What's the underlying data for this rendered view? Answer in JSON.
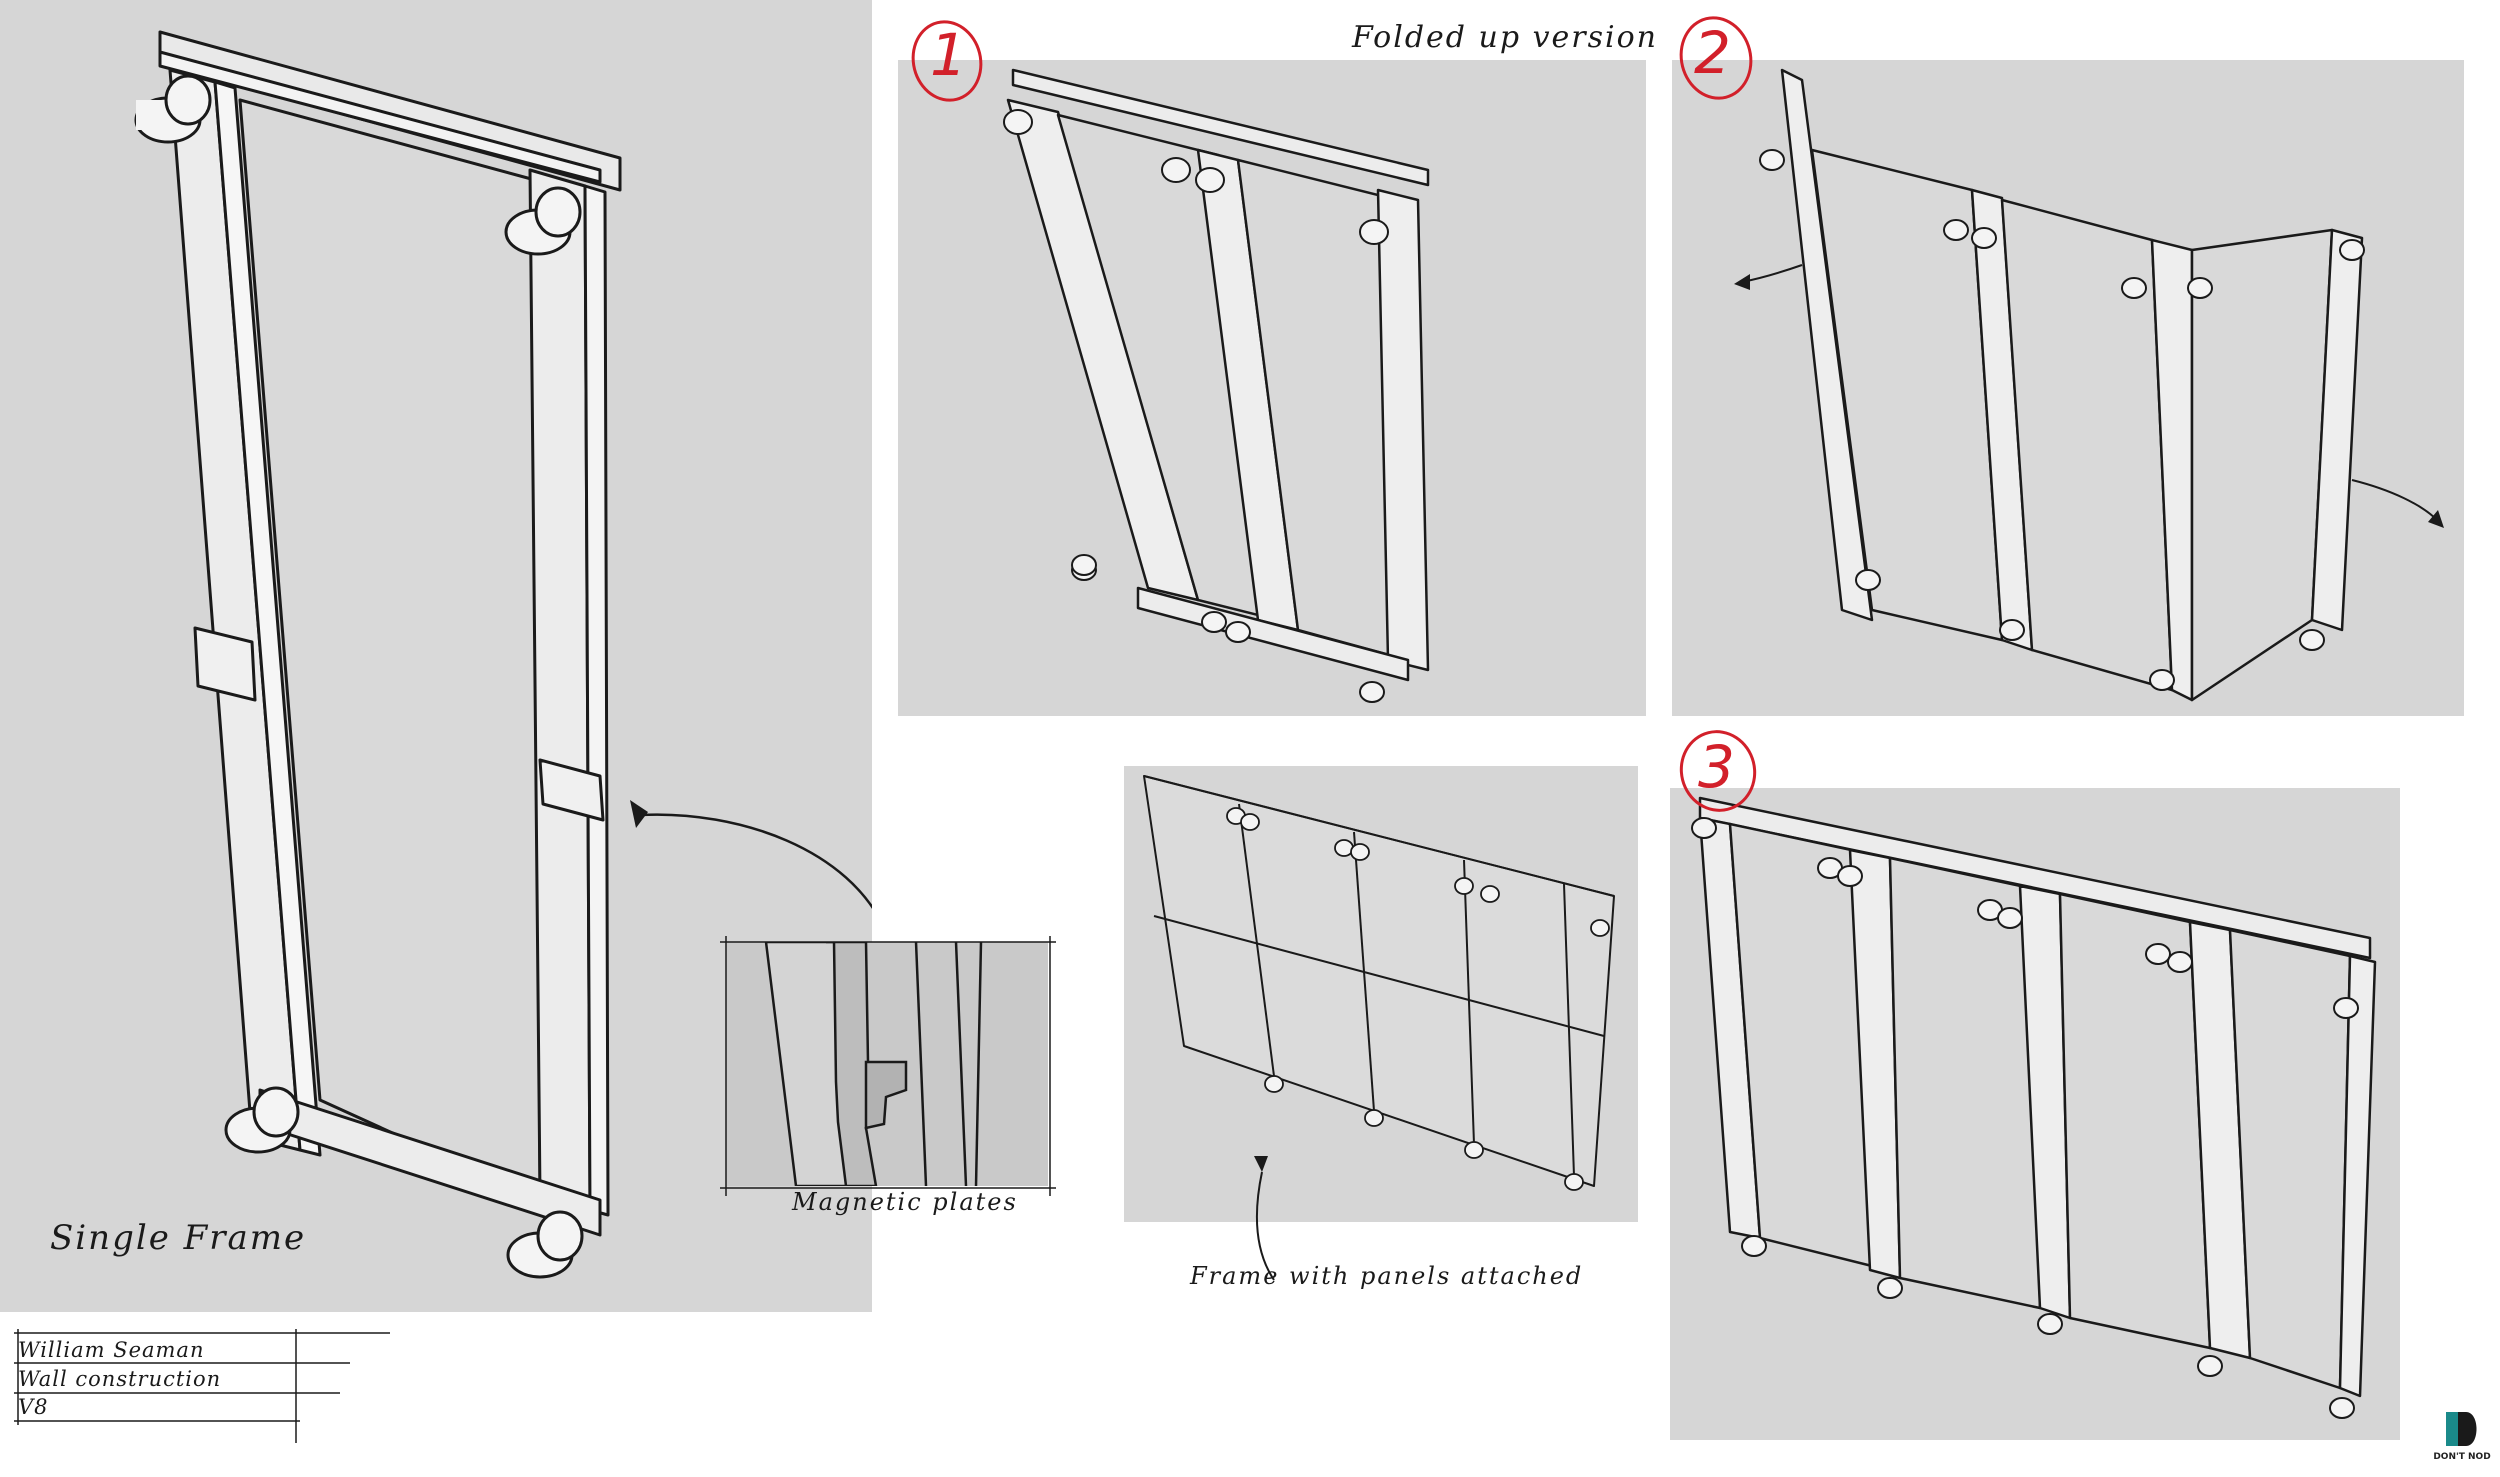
{
  "labels": {
    "single_frame": "Single Frame",
    "folded_up": "Folded up version",
    "magnetic_plates": "Magnetic plates",
    "frame_with_panels": "Frame with panels attached"
  },
  "steps": [
    "1",
    "2",
    "3"
  ],
  "title_block": {
    "author": "William Seaman",
    "subject": "Wall construction",
    "version": "V8"
  },
  "logo": {
    "text": "DON'T NOD",
    "color": "#1a8a8a"
  },
  "colors": {
    "panel_bg": "#d6d6d6",
    "step_red": "#d2202a",
    "line": "#1a1a1a"
  }
}
